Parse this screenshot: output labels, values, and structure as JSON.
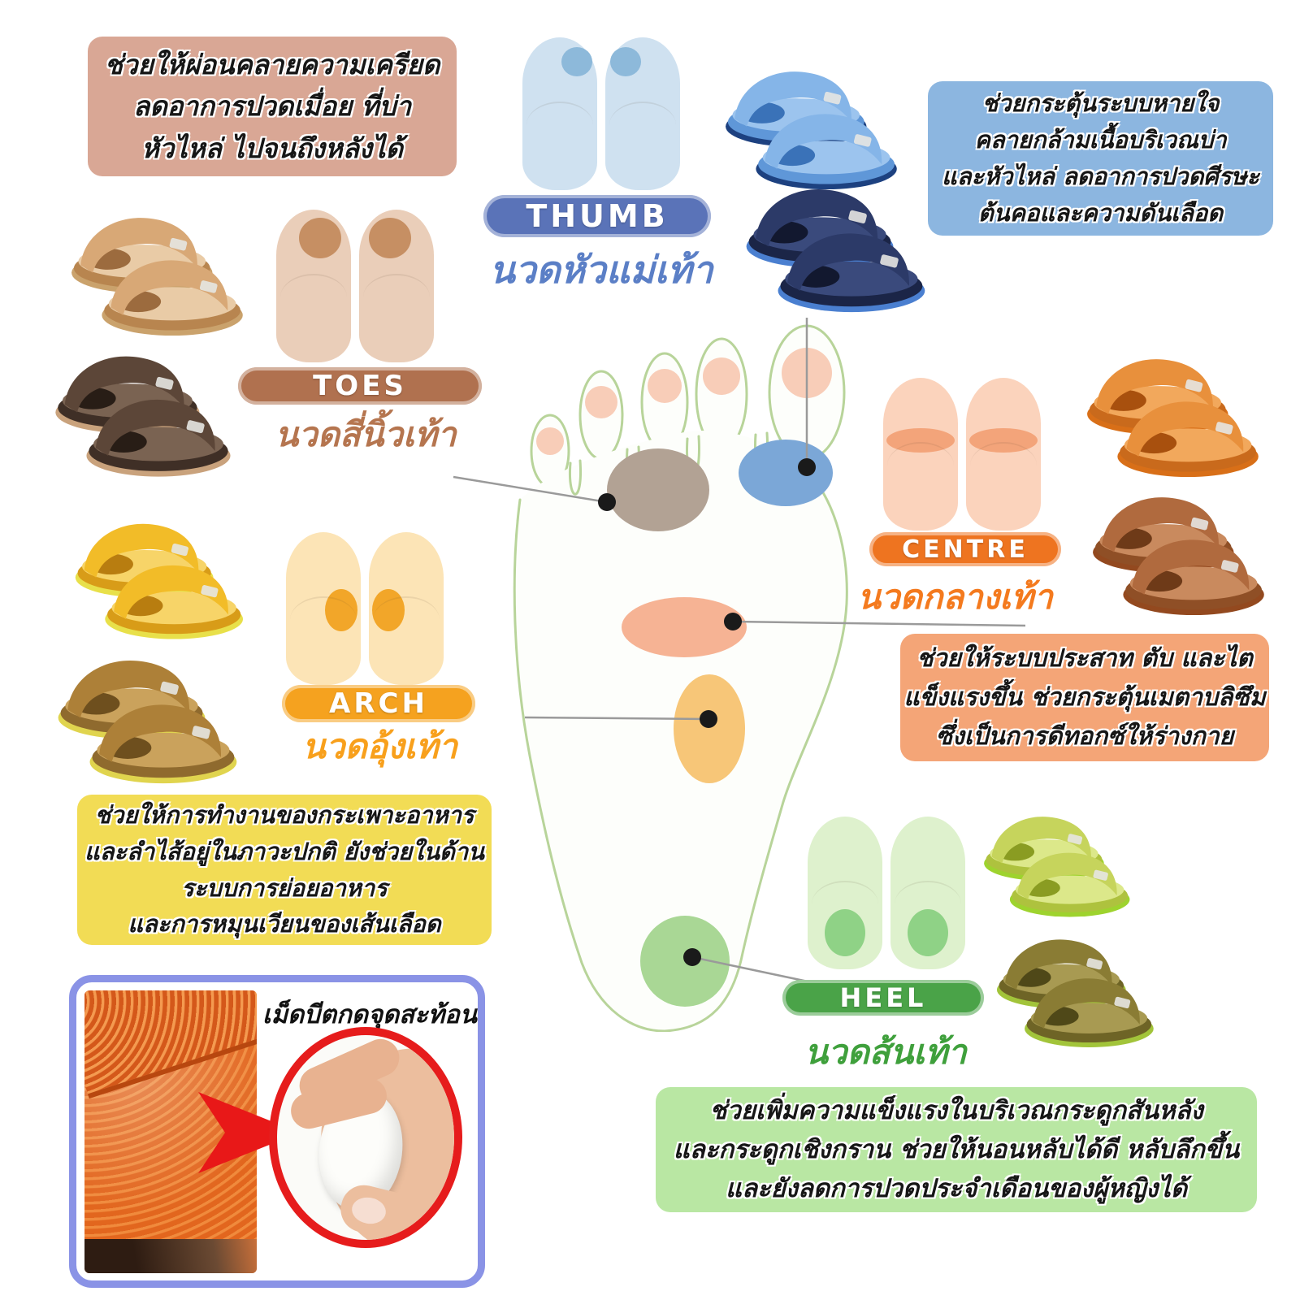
{
  "zones": {
    "thumb": {
      "label": "THUMB",
      "thai": "นวดหัวแม่เท้า",
      "color": "#5a73b8",
      "text_color": "#5b7fc6"
    },
    "toes": {
      "label": "TOES",
      "thai": "นวดสี่นิ้วเท้า",
      "color": "#b0714f",
      "text_color": "#b5754f"
    },
    "arch": {
      "label": "ARCH",
      "thai": "นวดอุ้งเท้า",
      "color": "#f5a21f",
      "text_color": "#f8a01c"
    },
    "centre": {
      "label": "CENTRE",
      "thai": "นวดกลางเท้า",
      "color": "#ee7420",
      "text_color": "#f47a1e"
    },
    "heel": {
      "label": "HEEL",
      "thai": "นวดส้นเท้า",
      "color": "#4aa348",
      "text_color": "#3fa03c"
    }
  },
  "notes": {
    "toes": {
      "bg": "#d9a795",
      "lines": [
        "ช่วยให้ผ่อนคลายความเครียด",
        "ลดอาการปวดเมื่อย ที่บ่า",
        "หัวไหล่ ไปจนถึงหลังได้"
      ]
    },
    "thumb": {
      "bg": "#8cb6e0",
      "lines": [
        "ช่วยกระตุ้นระบบหายใจ",
        "คลายกล้ามเนื้อบริเวณบ่า",
        "และหัวไหล่ ลดอาการปวดศีรษะ",
        "ต้นคอและความดันเลือด"
      ]
    },
    "centre": {
      "bg": "#f4a577",
      "lines": [
        "ช่วยให้ระบบประสาท ตับ และไต",
        "แข็งแรงขึ้น ช่วยกระตุ้นเมตาบลิซึม",
        "ซึ่งเป็นการดีทอกซ์ให้ร่างกาย"
      ]
    },
    "arch": {
      "bg": "#f2dc55",
      "lines": [
        "ช่วยให้การทำงานของกระเพาะอาหาร",
        "และลำไส้อยู่ในภาวะปกติ ยังช่วยในด้าน",
        "ระบบการย่อยอาหาร",
        "และการหมุนเวียนของเส้นเลือด"
      ]
    },
    "heel": {
      "bg": "#b9e7a3",
      "lines": [
        "ช่วยเพิ่มความแข็งแรงในบริเวณกระดูกสันหลัง",
        "และกระดูกเชิงกราน ช่วยให้นอนหลับได้ดี หลับลึกขึ้น",
        "และยังลดการปวดประจำเดือนของผู้หญิงได้"
      ]
    }
  },
  "bead": {
    "title": "เม็ดบีตกดจุดสะท้อน"
  },
  "palette": {
    "note_toes_bg": "#d9a795",
    "note_thumb_bg": "#8cb6e0",
    "note_centre_bg": "#f4a577",
    "note_arch_bg": "#f2dc55",
    "note_heel_bg": "#b9e7a3",
    "frame_border": "#8a93e6",
    "magnifier_ring": "#e61c1c",
    "foot_outline": "#b8d49a",
    "zone_thumb": "#7ba7d7",
    "zone_toes": "#b2a294",
    "zone_centre": "#f6b394",
    "zone_arch": "#f7c678",
    "zone_heel": "#a9d795",
    "slipper_colors": [
      "sky-blue",
      "navy",
      "tan",
      "dark-brown",
      "yellow",
      "khaki",
      "orange",
      "rust",
      "lime",
      "olive"
    ]
  }
}
